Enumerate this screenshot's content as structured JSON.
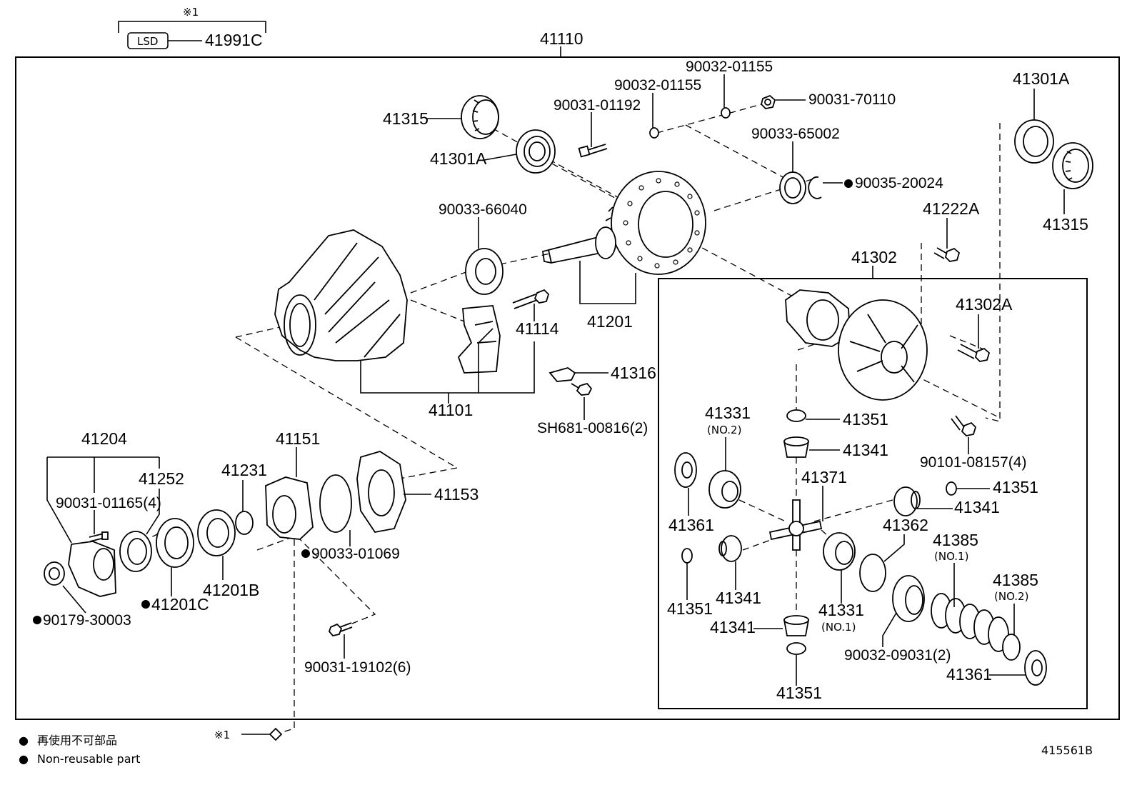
{
  "legend": {
    "marker": "●",
    "note_jp": "再使用不可部品",
    "note_en": "Non-reusable part"
  },
  "figure_id": "415561B",
  "assembly_label": "41110",
  "subassembly_label": "41302",
  "lsd": {
    "note_mark": "※1",
    "box_text": "LSD",
    "part": "41991C",
    "ref_mark": "※1"
  },
  "parts": {
    "p41315_left": "41315",
    "p41301A_left": "41301A",
    "p90031_01192": "90031-01192",
    "p90032_01155_a": "90032-01155",
    "p90032_01155_b": "90032-01155",
    "p90031_70110": "90031-70110",
    "p90033_65002": "90033-65002",
    "p90035_20024": "90035-20024",
    "p41301A_right": "41301A",
    "p41315_right": "41315",
    "p90033_66040": "90033-66040",
    "p41222A": "41222A",
    "p41114": "41114",
    "p41201": "41201",
    "p41316": "41316",
    "p41101": "41101",
    "pSH681": "SH681-00816(2)",
    "p41302A": "41302A",
    "p41351_a": "41351",
    "p41331_top": "41331",
    "p41331_top_sub": "(NO.2)",
    "p41341_a": "41341",
    "p90101_08157": "90101-08157(4)",
    "p41371": "41371",
    "p41351_b": "41351",
    "p41341_b": "41341",
    "p41361_a": "41361",
    "p41362": "41362",
    "p41385_a": "41385",
    "p41385_a_sub": "(NO.1)",
    "p41385_b": "41385",
    "p41385_b_sub": "(NO.2)",
    "p41351_c": "41351",
    "p41341_c": "41341",
    "p41331_bot": "41331",
    "p41331_bot_sub": "(NO.1)",
    "p41341_d": "41341",
    "p90032_09031": "90032-09031(2)",
    "p41361_b": "41361",
    "p41351_d": "41351",
    "p41204": "41204",
    "p41252": "41252",
    "p90031_01165": "90031-01165(4)",
    "p41231": "41231",
    "p41151": "41151",
    "p41153": "41153",
    "p90033_01069": "90033-01069",
    "p41201B": "41201B",
    "p41201C": "41201C",
    "p90179_30003": "90179-30003",
    "p90031_19102": "90031-19102(6)"
  }
}
